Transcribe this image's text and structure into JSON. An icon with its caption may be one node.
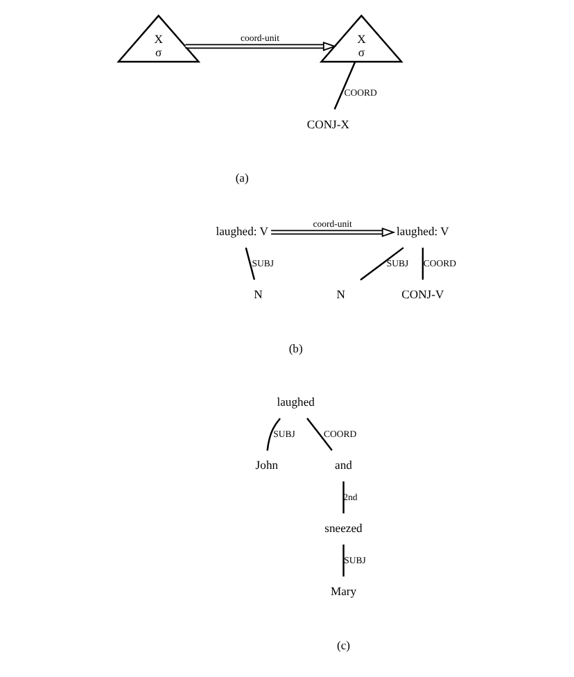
{
  "diagram": {
    "nodes": [
      {
        "text": [
          "X",
          "σ"
        ]
      },
      {
        "text": [
          "X",
          "σ"
        ]
      },
      {
        "text": [
          "CONJ-X"
        ]
      },
      {
        "text": [
          "laughed: V"
        ]
      },
      {
        "text": [
          "N"
        ]
      },
      {
        "text": [
          "laughed: V"
        ]
      },
      {
        "text": [
          "N"
        ]
      },
      {
        "text": [
          "CONJ-V"
        ]
      },
      {
        "text": [
          "laughed"
        ]
      },
      {
        "text": [
          "John"
        ]
      },
      {
        "text": [
          "and"
        ]
      },
      {
        "text": [
          "sneezed"
        ]
      },
      {
        "text": [
          "Mary"
        ]
      }
    ],
    "edges": [
      {
        "from": 0,
        "to": 1,
        "arrow": "to",
        "label": "coord-unit"
      },
      {
        "from": 1,
        "to": 2,
        "arrow": "none",
        "label": "COORD"
      },
      {
        "from": 3,
        "to": 4,
        "arrow": "none",
        "label": "SUBJ"
      },
      {
        "from": 3,
        "to": 5,
        "arrow": "to",
        "label": "coord-unit"
      },
      {
        "from": 5,
        "to": 6,
        "arrow": "none",
        "label": "SUBJ"
      },
      {
        "from": 5,
        "to": 7,
        "arrow": "none",
        "label": "COORD"
      },
      {
        "from": 8,
        "to": 9,
        "arrow": "none",
        "label": "SUBJ"
      },
      {
        "from": 8,
        "to": 10,
        "arrow": "none",
        "label": "COORD"
      },
      {
        "from": 10,
        "to": 11,
        "arrow": "none",
        "label": "2nd"
      },
      {
        "from": 11,
        "to": 12,
        "arrow": "none",
        "label": "SUBJ"
      }
    ],
    "labels": [
      "(a)",
      "(b)",
      "(c)"
    ]
  }
}
